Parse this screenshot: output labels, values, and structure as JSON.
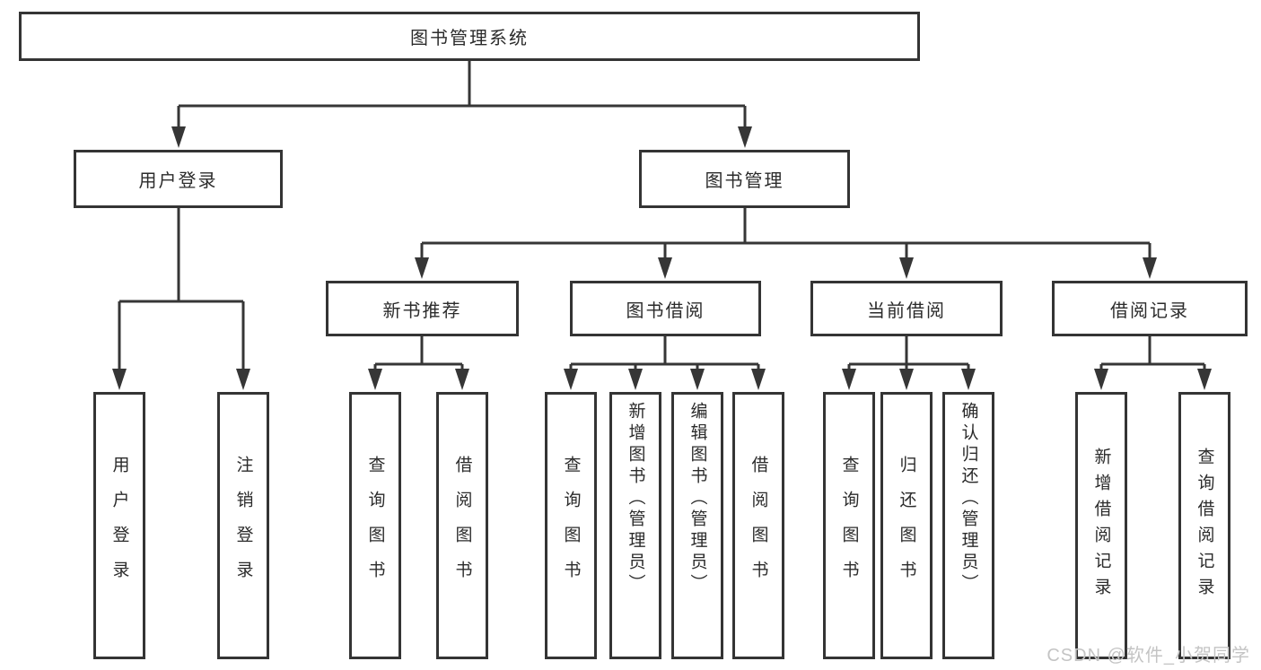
{
  "tree": {
    "label": "图书管理系统",
    "children": [
      {
        "label": "用户登录",
        "children": [
          {
            "label": "用户登录"
          },
          {
            "label": "注销登录"
          }
        ]
      },
      {
        "label": "图书管理",
        "children": [
          {
            "label": "新书推荐",
            "children": [
              {
                "label": "查询图书"
              },
              {
                "label": "借阅图书"
              }
            ]
          },
          {
            "label": "图书借阅",
            "children": [
              {
                "label": "查询图书"
              },
              {
                "label": "新增图书（管理员）"
              },
              {
                "label": "编辑图书（管理员）"
              },
              {
                "label": "借阅图书"
              }
            ]
          },
          {
            "label": "当前借阅",
            "children": [
              {
                "label": "查询图书"
              },
              {
                "label": "归还图书"
              },
              {
                "label": "确认归还（管理员）"
              }
            ]
          },
          {
            "label": "借阅记录",
            "children": [
              {
                "label": "新增借阅记录"
              },
              {
                "label": "查询借阅记录"
              }
            ]
          }
        ]
      }
    ]
  },
  "watermark": {
    "text": "CSDN @软件_小贺同学"
  },
  "colors": {
    "line": "#363636",
    "box_border": "#343434",
    "text": "#2b2b2b",
    "watermark": "#c4c4c4",
    "background": "#ffffff"
  }
}
